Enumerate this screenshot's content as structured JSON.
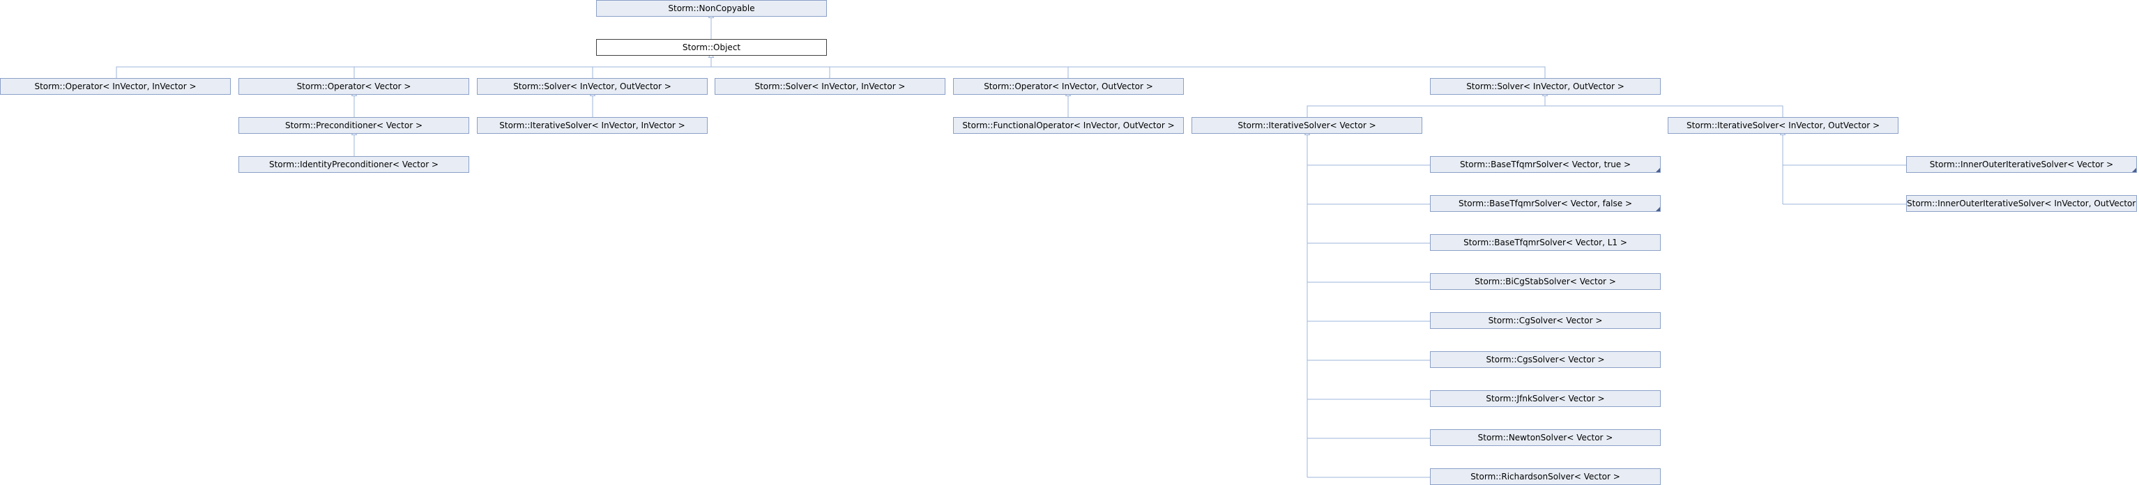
{
  "colors": {
    "node_fill": "#e8edf5",
    "node_border": "#8a9fc7",
    "edge": "#9db5db",
    "current_border": "#404040"
  },
  "nodes": {
    "noncopyable": "Storm::NonCopyable",
    "object": "Storm::Object",
    "op_in_in": "Storm::Operator< InVector, InVector >",
    "op_vec": "Storm::Operator< Vector >",
    "solver_in_out_a": "Storm::Solver< InVector, OutVector >",
    "solver_in_in": "Storm::Solver< InVector, InVector >",
    "op_in_out": "Storm::Operator< InVector, OutVector >",
    "solver_in_out_b": "Storm::Solver< InVector, OutVector >",
    "precond": "Storm::Preconditioner< Vector >",
    "iter_in_in": "Storm::IterativeSolver< InVector, InVector >",
    "funcop": "Storm::FunctionalOperator< InVector, OutVector >",
    "iter_vec": "Storm::IterativeSolver< Vector >",
    "iter_in_out": "Storm::IterativeSolver< InVector, OutVector >",
    "identity": "Storm::IdentityPreconditioner< Vector >",
    "tfqmr_true": "Storm::BaseTfqmrSolver< Vector, true >",
    "tfqmr_false": "Storm::BaseTfqmrSolver< Vector, false >",
    "tfqmr_l1": "Storm::BaseTfqmrSolver< Vector, L1 >",
    "bicgstab": "Storm::BiCgStabSolver< Vector >",
    "cg": "Storm::CgSolver< Vector >",
    "cgs": "Storm::CgsSolver< Vector >",
    "jfnk": "Storm::JfnkSolver< Vector >",
    "newton": "Storm::NewtonSolver< Vector >",
    "richardson": "Storm::RichardsonSolver< Vector >",
    "inout_vec": "Storm::InnerOuterIterativeSolver< Vector >",
    "inout_in_out": "Storm::InnerOuterIterativeSolver< InVector, OutVector >"
  }
}
